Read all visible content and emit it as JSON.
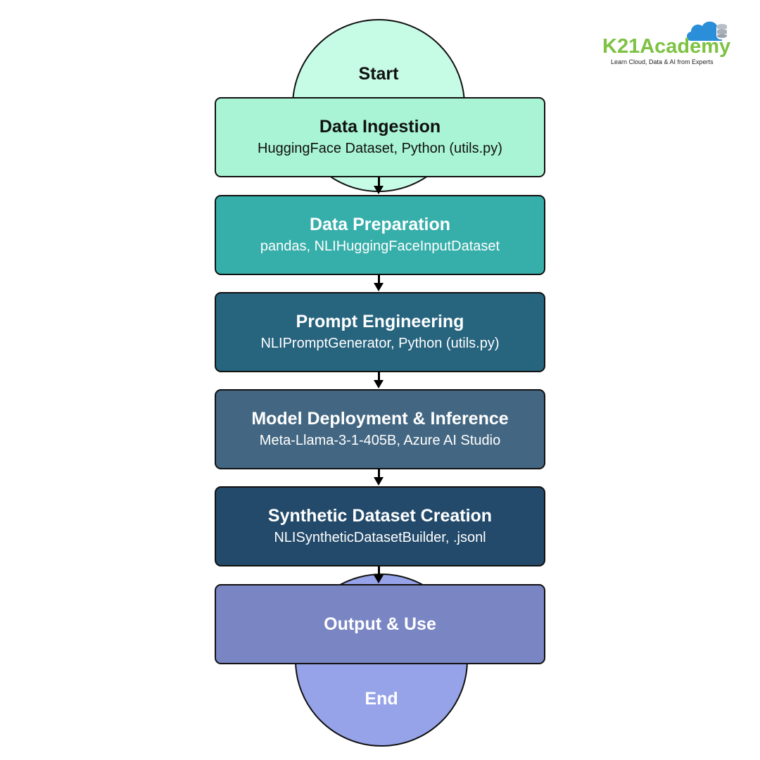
{
  "logo": {
    "brand": "K21Academy",
    "tagline": "Learn Cloud, Data & AI from Experts",
    "icon": "cloud-database-icon",
    "brand_color": "#7DC242",
    "cloud_color": "#2A8FD8"
  },
  "flow": {
    "start": {
      "label": "Start",
      "color": "#C6FBE6"
    },
    "steps": [
      {
        "title": "Data Ingestion",
        "subtitle": "HuggingFace Dataset, Python (utils.py)",
        "color": "#A8F4D4"
      },
      {
        "title": "Data Preparation",
        "subtitle": "pandas, NLIHuggingFaceInputDataset",
        "color": "#36AEAA"
      },
      {
        "title": "Prompt Engineering",
        "subtitle": "NLIPromptGenerator, Python (utils.py)",
        "color": "#27647E"
      },
      {
        "title": "Model Deployment & Inference",
        "subtitle": "Meta-Llama-3-1-405B, Azure AI Studio",
        "color": "#436782"
      },
      {
        "title": "Synthetic Dataset Creation",
        "subtitle": "NLISyntheticDatasetBuilder, .jsonl",
        "color": "#234A6A"
      },
      {
        "title": "Output & Use",
        "subtitle": "",
        "color": "#7A86C4"
      }
    ],
    "end": {
      "label": "End",
      "color": "#96A3E8"
    }
  }
}
